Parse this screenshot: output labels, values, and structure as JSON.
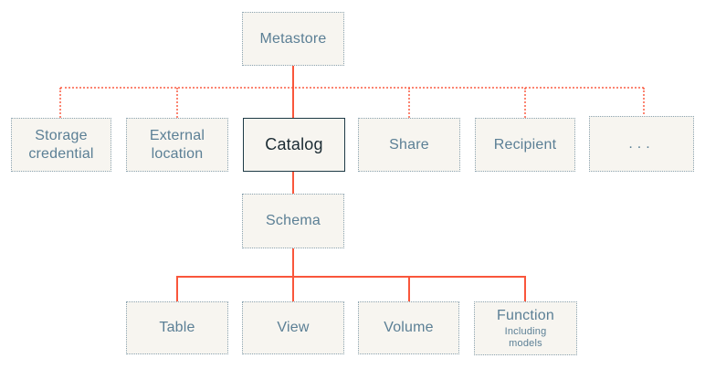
{
  "diagram": {
    "type": "hierarchy",
    "nodes": {
      "metastore": {
        "label": "Metastore"
      },
      "storage_credential": {
        "label": "Storage credential"
      },
      "external_location": {
        "label": "External location"
      },
      "catalog": {
        "label": "Catalog",
        "highlighted": true
      },
      "share": {
        "label": "Share"
      },
      "recipient": {
        "label": "Recipient"
      },
      "ellipsis": {
        "label": "..."
      },
      "schema": {
        "label": "Schema"
      },
      "table": {
        "label": "Table"
      },
      "view": {
        "label": "View"
      },
      "volume": {
        "label": "Volume"
      },
      "function": {
        "label": "Function",
        "sublabel": "Including models"
      }
    },
    "edges": {
      "solid": [
        [
          "metastore",
          "catalog"
        ],
        [
          "catalog",
          "schema"
        ],
        [
          "schema",
          "table"
        ],
        [
          "schema",
          "view"
        ],
        [
          "schema",
          "volume"
        ],
        [
          "schema",
          "function"
        ]
      ],
      "dotted": [
        [
          "metastore",
          "storage_credential"
        ],
        [
          "metastore",
          "external_location"
        ],
        [
          "metastore",
          "share"
        ],
        [
          "metastore",
          "recipient"
        ],
        [
          "metastore",
          "ellipsis"
        ]
      ]
    },
    "colors": {
      "background": "#ffffff",
      "box_fill": "#f7f5f0",
      "box_border_dotted": "#8ba3b0",
      "catalog_border": "#1e3a46",
      "label_text": "#5b7f95",
      "catalog_text": "#1b2b33",
      "connector_solid": "#f9563b",
      "connector_dotted": "#f9836e"
    }
  }
}
